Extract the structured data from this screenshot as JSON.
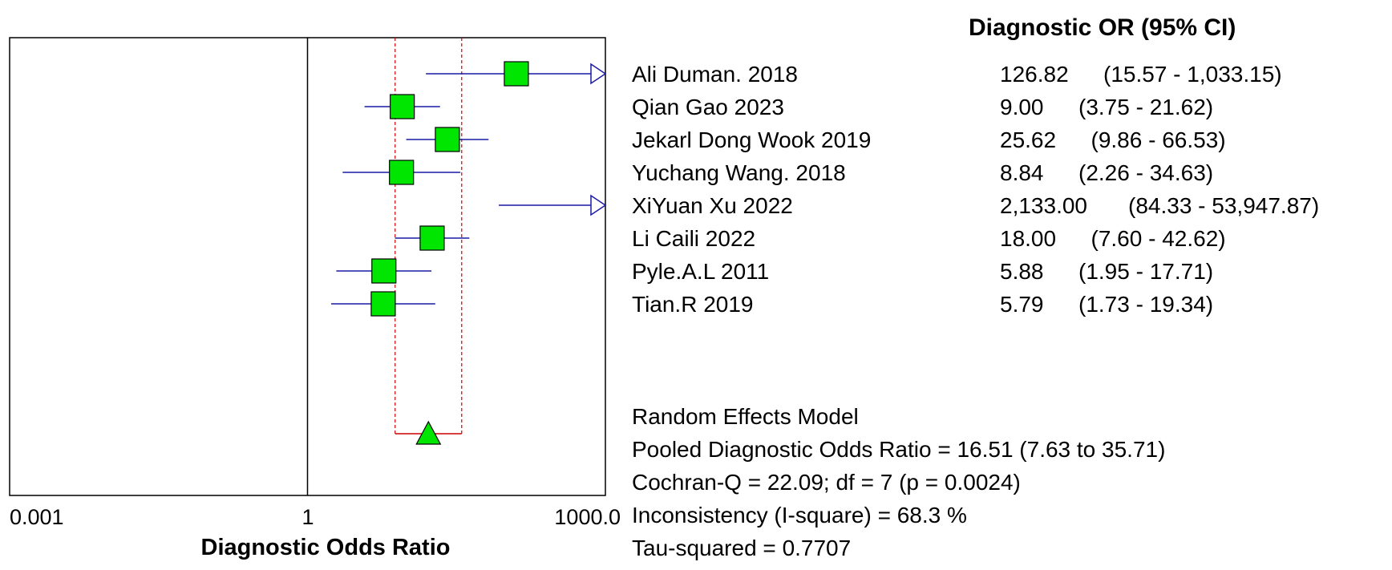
{
  "chart_data": {
    "type": "forest",
    "column_header": "Diagnostic OR (95% CI)",
    "xlabel": "Diagnostic Odds Ratio",
    "x_scale": "log",
    "xlim": [
      0.001,
      1000
    ],
    "x_tick_labels": [
      "0.001",
      "1",
      "1000.0"
    ],
    "reference_line": 1,
    "studies": [
      {
        "label": "Ali Duman. 2018",
        "or": 126.82,
        "lower": 15.57,
        "upper": 1033.15,
        "or_text": "126.82",
        "ci_text": "(15.57 - 1,033.15)"
      },
      {
        "label": "Qian Gao 2023",
        "or": 9.0,
        "lower": 3.75,
        "upper": 21.62,
        "or_text": "9.00",
        "ci_text": "(3.75 - 21.62)"
      },
      {
        "label": "Jekarl Dong Wook 2019",
        "or": 25.62,
        "lower": 9.86,
        "upper": 66.53,
        "or_text": "25.62",
        "ci_text": "(9.86 - 66.53)"
      },
      {
        "label": "Yuchang Wang. 2018",
        "or": 8.84,
        "lower": 2.26,
        "upper": 34.63,
        "or_text": "8.84",
        "ci_text": "(2.26 - 34.63)"
      },
      {
        "label": "XiYuan Xu 2022",
        "or": 2133.0,
        "lower": 84.33,
        "upper": 53947.87,
        "or_text": "2,133.00",
        "ci_text": "(84.33 - 53,947.87)"
      },
      {
        "label": "Li Caili 2022",
        "or": 18.0,
        "lower": 7.6,
        "upper": 42.62,
        "or_text": "18.00",
        "ci_text": "(7.60 - 42.62)"
      },
      {
        "label": "Pyle.A.L 2011",
        "or": 5.88,
        "lower": 1.95,
        "upper": 17.71,
        "or_text": "5.88",
        "ci_text": "(1.95 - 17.71)"
      },
      {
        "label": "Tian.R 2019",
        "or": 5.79,
        "lower": 1.73,
        "upper": 19.34,
        "or_text": "5.79",
        "ci_text": "(1.73 - 19.34)"
      }
    ],
    "pooled": {
      "or": 16.51,
      "lower": 7.63,
      "upper": 35.71
    },
    "summary_lines": [
      "Random Effects Model",
      "Pooled Diagnostic Odds Ratio = 16.51 (7.63 to 35.71)",
      "Cochran-Q = 22.09; df =  7 (p = 0.0024)",
      "Inconsistency (I-square) = 68.3 %",
      "Tau-squared = 0.7707"
    ],
    "colors": {
      "marker_fill": "#00e600",
      "ci_line": "#1a1aa6",
      "pooled_ci_line": "#cc0000",
      "frame": "#000000"
    }
  }
}
